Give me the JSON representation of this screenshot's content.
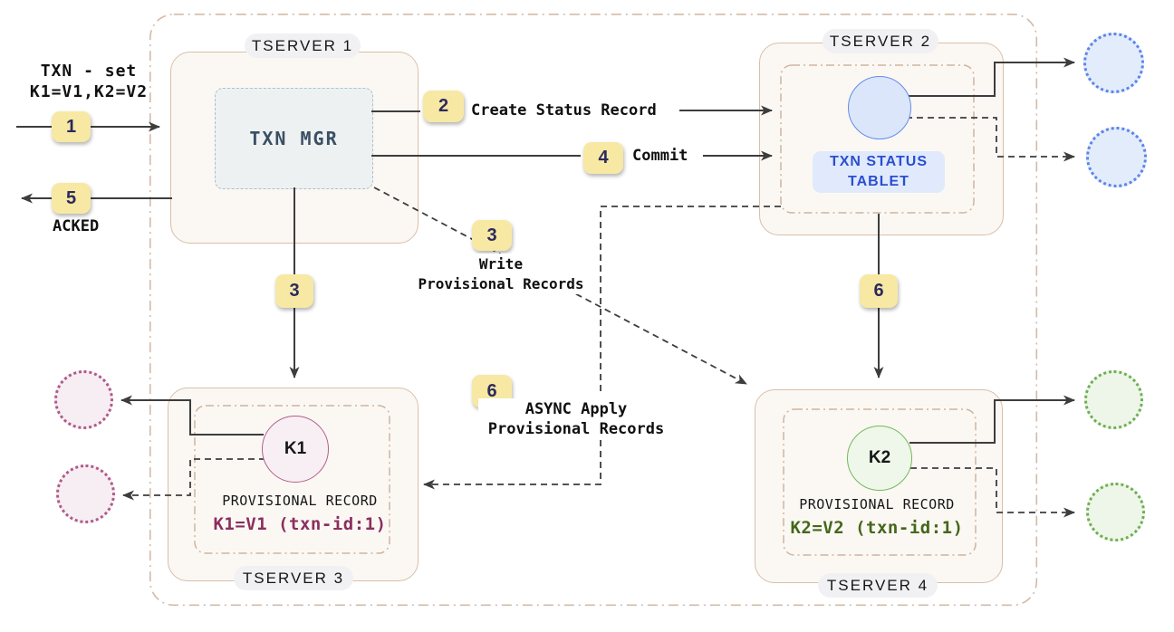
{
  "client": {
    "request_line1": "TXN - set",
    "request_line2": "K1=V1,K2=V2",
    "ack_label": "ACKED"
  },
  "steps": {
    "s1": "1",
    "s2": "2",
    "s3": "3",
    "s4": "4",
    "s5": "5",
    "s6": "6"
  },
  "flows": {
    "create_status": "Create Status Record",
    "commit": "Commit",
    "write_line1": "Write",
    "write_line2": "Provisional Records",
    "async_line1": "ASYNC Apply",
    "async_line2": "Provisional Records"
  },
  "tserver1": {
    "name": "TSERVER 1",
    "txn_mgr_label": "TXN MGR"
  },
  "tserver2": {
    "name": "TSERVER 2",
    "tablet_line1": "TXN STATUS",
    "tablet_line2": "TABLET"
  },
  "tserver3": {
    "name": "TSERVER 3",
    "key_label": "K1",
    "record_title": "PROVISIONAL RECORD",
    "record_value": "K1=V1 (txn-id:1)"
  },
  "tserver4": {
    "name": "TSERVER 4",
    "key_label": "K2",
    "record_title": "PROVISIONAL RECORD",
    "record_value": "K2=V2 (txn-id:1)"
  },
  "colors": {
    "badge_bg": "#f7e8a4",
    "badge_text": "#2c2a5e",
    "line": "#3d3d3d",
    "frame_border": "#d3baa7",
    "server_fill": "#fbf8f4",
    "tablet_text": "#2b4ed0",
    "tablet_bg": "#e0eafc",
    "blue_circle_border": "#648ce8",
    "k1_value": "#8b2e5e",
    "k1_circle_border": "#b06088",
    "k2_value": "#44671b",
    "k2_circle_border": "#77b85a"
  }
}
